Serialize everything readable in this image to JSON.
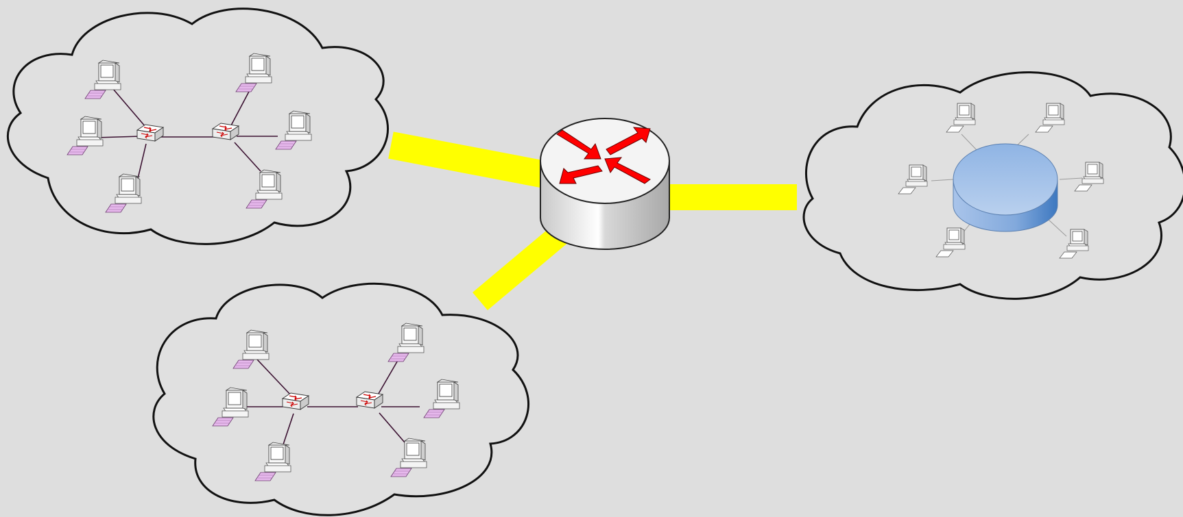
{
  "diagram": {
    "background_color": "#dedede",
    "link_color": "#ffff00",
    "cloud_fill": "#e0e0e0",
    "cloud_stroke": "#111111",
    "switch_wire_color": "#3a1030",
    "ring_wire_color": "#9a9a9a",
    "router": {
      "icon": "router-icon",
      "arrow_color": "#ff0000"
    },
    "hub_disk": {
      "icon": "database-disk-icon",
      "color": "#7aa6da"
    },
    "networks": [
      {
        "id": "lan-1",
        "topology": "two-switch-bus",
        "computers": 6,
        "switches": 2
      },
      {
        "id": "lan-2",
        "topology": "two-switch-bus",
        "computers": 6,
        "switches": 2
      },
      {
        "id": "lan-3",
        "topology": "star-around-disk",
        "computers": 6
      }
    ],
    "links": [
      {
        "from": "router",
        "to": "lan-1"
      },
      {
        "from": "router",
        "to": "lan-2"
      },
      {
        "from": "router",
        "to": "lan-3"
      }
    ]
  }
}
